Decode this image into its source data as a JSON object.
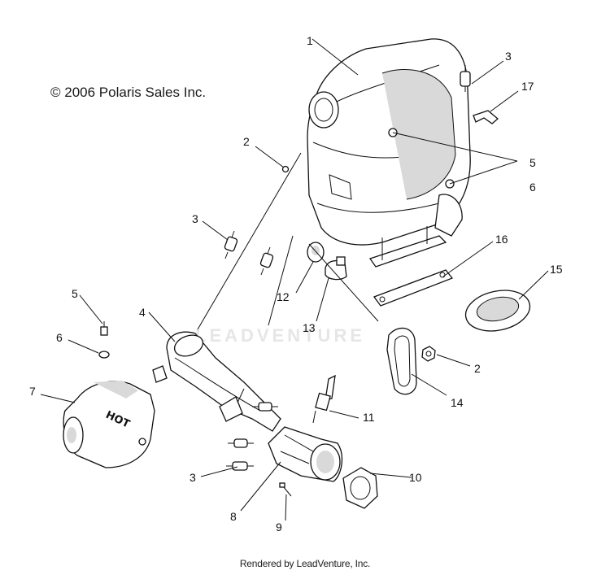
{
  "copyright": "© 2006 Polaris Sales Inc.",
  "footer": "Rendered by LeadVenture, Inc.",
  "watermark": "LEADVENTURE",
  "hot_label": "HOT",
  "callouts": [
    {
      "id": "c1",
      "num": "1"
    },
    {
      "id": "c2a",
      "num": "2"
    },
    {
      "id": "c2b",
      "num": "2"
    },
    {
      "id": "c3a",
      "num": "3"
    },
    {
      "id": "c3b",
      "num": "3"
    },
    {
      "id": "c3c",
      "num": "3"
    },
    {
      "id": "c4",
      "num": "4"
    },
    {
      "id": "c5a",
      "num": "5"
    },
    {
      "id": "c5b",
      "num": "5"
    },
    {
      "id": "c6a",
      "num": "6"
    },
    {
      "id": "c6b",
      "num": "6"
    },
    {
      "id": "c7",
      "num": "7"
    },
    {
      "id": "c8",
      "num": "8"
    },
    {
      "id": "c9",
      "num": "9"
    },
    {
      "id": "c10",
      "num": "10"
    },
    {
      "id": "c11",
      "num": "11"
    },
    {
      "id": "c12",
      "num": "12"
    },
    {
      "id": "c13",
      "num": "13"
    },
    {
      "id": "c14",
      "num": "14"
    },
    {
      "id": "c15",
      "num": "15"
    },
    {
      "id": "c16",
      "num": "16"
    },
    {
      "id": "c17",
      "num": "17"
    }
  ]
}
